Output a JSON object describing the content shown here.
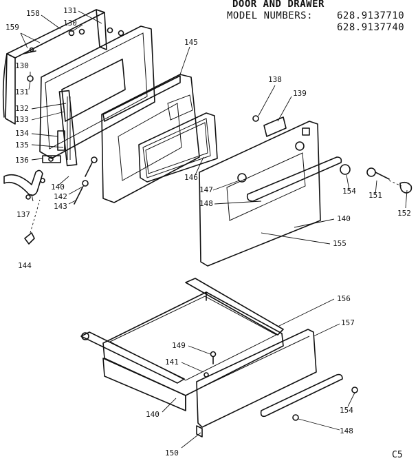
{
  "header": {
    "title": "DOOR AND DRAWER",
    "model_label": "MODEL NUMBERS:",
    "model_1": "628.9137710",
    "model_2": "628.9137740"
  },
  "page_code": "C5",
  "callouts": [
    {
      "id": "c158",
      "text": "158"
    },
    {
      "id": "c131a",
      "text": "131"
    },
    {
      "id": "c130a",
      "text": "130"
    },
    {
      "id": "c159",
      "text": "159"
    },
    {
      "id": "c130b",
      "text": "130"
    },
    {
      "id": "c131b",
      "text": "131"
    },
    {
      "id": "c132",
      "text": "132"
    },
    {
      "id": "c133",
      "text": "133"
    },
    {
      "id": "c134",
      "text": "134"
    },
    {
      "id": "c135",
      "text": "135"
    },
    {
      "id": "c136",
      "text": "136"
    },
    {
      "id": "c140a",
      "text": "140"
    },
    {
      "id": "c142",
      "text": "142"
    },
    {
      "id": "c143",
      "text": "143"
    },
    {
      "id": "c137",
      "text": "137"
    },
    {
      "id": "c144",
      "text": "144"
    },
    {
      "id": "c145",
      "text": "145"
    },
    {
      "id": "c146",
      "text": "146"
    },
    {
      "id": "c147",
      "text": "147"
    },
    {
      "id": "c148a",
      "text": "148"
    },
    {
      "id": "c138",
      "text": "138"
    },
    {
      "id": "c139",
      "text": "139"
    },
    {
      "id": "c154a",
      "text": "154"
    },
    {
      "id": "c151",
      "text": "151"
    },
    {
      "id": "c152",
      "text": "152"
    },
    {
      "id": "c140b",
      "text": "140"
    },
    {
      "id": "c155",
      "text": "155"
    },
    {
      "id": "c156",
      "text": "156"
    },
    {
      "id": "c157",
      "text": "157"
    },
    {
      "id": "c149",
      "text": "149"
    },
    {
      "id": "c141",
      "text": "141"
    },
    {
      "id": "c140c",
      "text": "140"
    },
    {
      "id": "c154b",
      "text": "154"
    },
    {
      "id": "c148b",
      "text": "148"
    },
    {
      "id": "c150",
      "text": "150"
    }
  ]
}
